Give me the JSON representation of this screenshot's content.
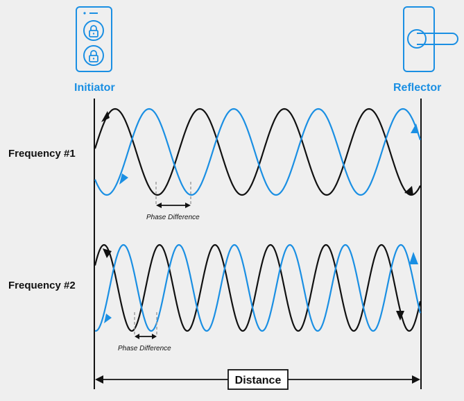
{
  "initiator": {
    "label": "Initiator"
  },
  "reflector": {
    "label": "Reflector"
  },
  "frequency1": {
    "label": "Frequency #1",
    "phase_label": "Phase Difference"
  },
  "frequency2": {
    "label": "Frequency #2",
    "phase_label": "Phase Difference"
  },
  "distance": {
    "label": "Distance"
  },
  "colors": {
    "accent": "#1a8fe3",
    "ink": "#111111",
    "background": "#efefef",
    "dashed": "#9a9a9a"
  },
  "icons": [
    "phone-key-icon",
    "lock-icon",
    "door-handle-icon"
  ]
}
